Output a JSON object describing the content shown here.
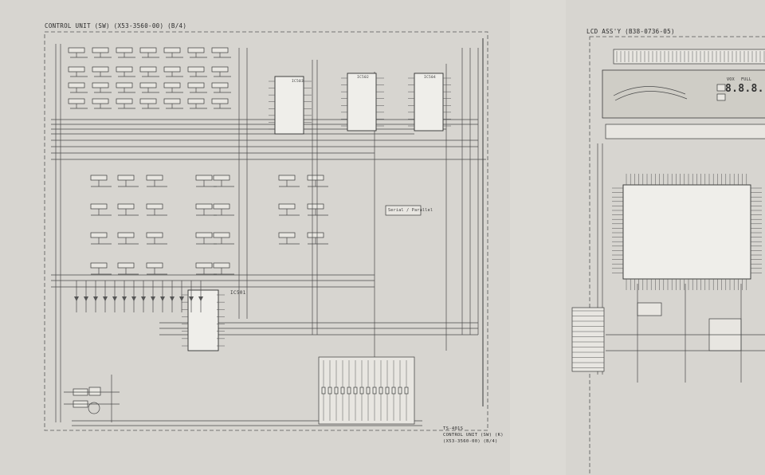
{
  "left_sheet": {
    "title": "CONTROL UNIT (SW) (X53-3560-00) (B/4)",
    "ic_labels": [
      "IC503",
      "IC502",
      "IC504",
      "IC501"
    ],
    "connector_label": "Serial / Parallel",
    "footer": {
      "model": "TS-401S",
      "line1": "CONTROL UNIT (SW) (K)",
      "line2": "(X53-3560-00) (B/4)"
    }
  },
  "right_sheet": {
    "title": "LCD ASS'Y (B38-0736-05)",
    "display_text": [
      "VOX",
      "FULL",
      "8.8.8."
    ]
  },
  "colors": {
    "paper": "#d7d5d0",
    "ink": "#3a3a3a",
    "lcd_window": "#cfcdc6"
  }
}
